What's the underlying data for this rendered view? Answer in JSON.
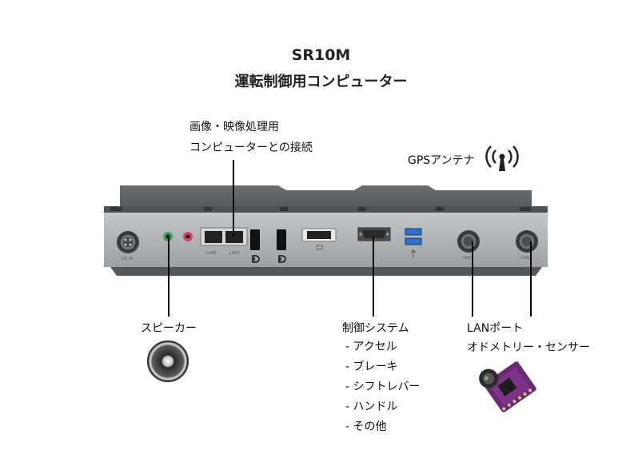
{
  "header": {
    "model": "SR10M",
    "subtitle": "運転制御用コンピューター"
  },
  "callouts": {
    "image_computer": {
      "line1": "画像・映像処理用",
      "line2": "コンピューターとの接続"
    },
    "gps": "GPSアンテナ",
    "speaker": "スピーカー",
    "control_system": {
      "title": "制御システム",
      "items": [
        "- アクセル",
        "- ブレーキ",
        "- シフトレバー",
        "- ハンドル",
        "- その他"
      ]
    },
    "lan_port": {
      "title": "LANポート",
      "subtitle": "オドメトリー・センサー"
    }
  },
  "port_labels": {
    "dc_in": "DC IN",
    "lan2": "LAN2",
    "lan1": "LAN1",
    "lan_a": "LAN",
    "lan_b": "LAN"
  },
  "colors": {
    "chassis_top": "#5e6164",
    "chassis_front": "#aeb1b3",
    "chassis_base": "#4d5053",
    "audio_green": "#3aa35b",
    "audio_pink": "#d2455e",
    "usb_blue": "#2e6fc9",
    "sensor_board": "#6a2a72"
  },
  "icons": [
    "gps-antenna-icon",
    "speaker-icon",
    "sensor-board-icon",
    "displayport-icon"
  ]
}
